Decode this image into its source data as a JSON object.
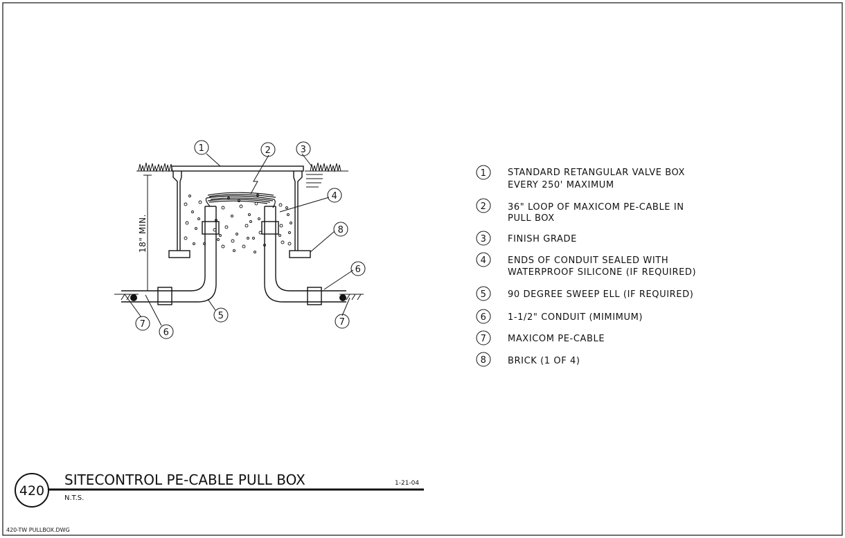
{
  "drawing": {
    "number": "420",
    "title": "SITECONTROL PE-CABLE PULL BOX",
    "scale_note": "N.T.S.",
    "date": "1-21-04",
    "filename": "420-TW PULLBOX.DWG"
  },
  "dimension": {
    "label": "18\" MIN."
  },
  "callouts": [
    "1",
    "2",
    "3",
    "4",
    "5",
    "6",
    "6",
    "7",
    "7",
    "8"
  ],
  "legend": [
    {
      "num": "1",
      "lines": [
        "STANDARD RETANGULAR VALVE BOX",
        "EVERY 250' MAXIMUM"
      ]
    },
    {
      "num": "2",
      "lines": [
        "36\" LOOP OF MAXICOM PE-CABLE IN",
        "PULL BOX"
      ]
    },
    {
      "num": "3",
      "lines": [
        "FINISH GRADE"
      ]
    },
    {
      "num": "4",
      "lines": [
        "ENDS OF CONDUIT SEALED WITH",
        "WATERPROOF SILICONE (IF REQUIRED)"
      ]
    },
    {
      "num": "5",
      "lines": [
        "90 DEGREE SWEEP ELL (IF REQUIRED)"
      ]
    },
    {
      "num": "6",
      "lines": [
        "1-1/2\" CONDUIT (MIMIMUM)"
      ]
    },
    {
      "num": "7",
      "lines": [
        "MAXICOM PE-CABLE"
      ]
    },
    {
      "num": "8",
      "lines": [
        "BRICK (1 OF 4)"
      ]
    }
  ]
}
